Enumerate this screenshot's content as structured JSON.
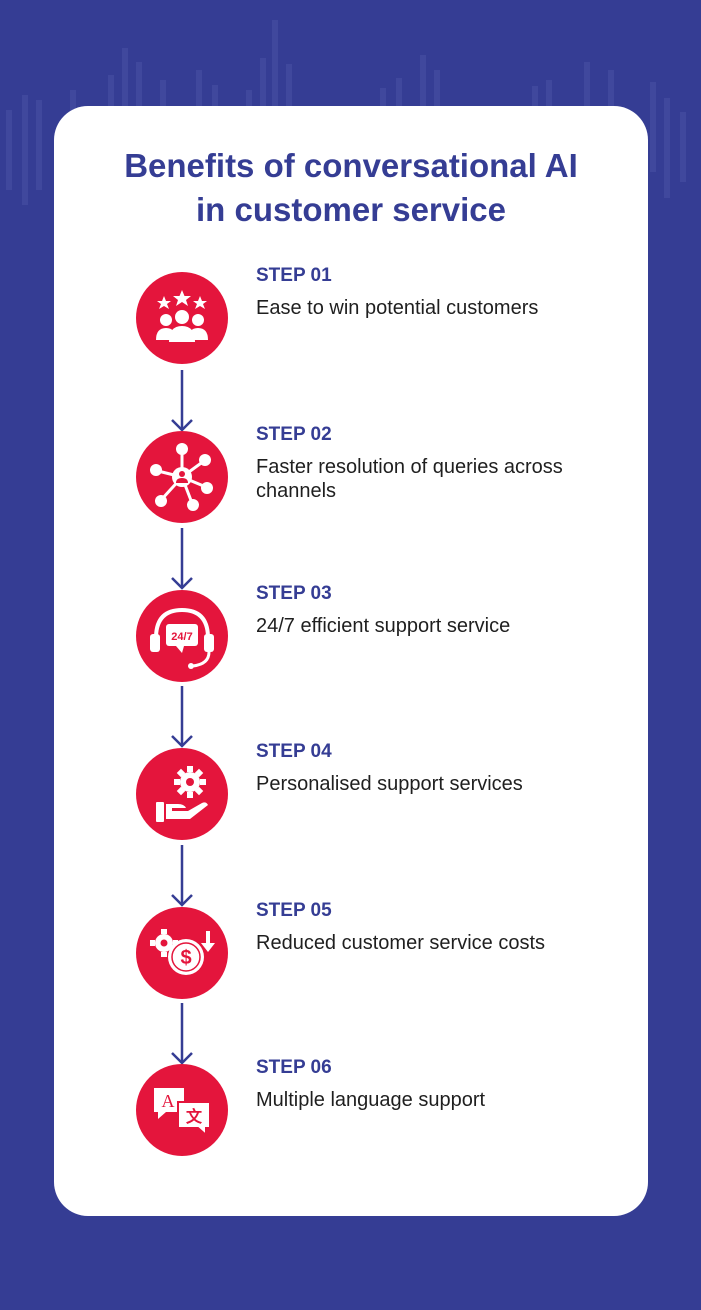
{
  "title": {
    "line1": "Benefits of conversational AI",
    "line2": "in customer service"
  },
  "colors": {
    "background": "#353d94",
    "accent": "#e4153c",
    "heading": "#353d94",
    "text": "#1f1f1f",
    "card": "#ffffff"
  },
  "steps": [
    {
      "label": "STEP 01",
      "text": "Ease to win potential customers",
      "icon": "customers-stars-icon"
    },
    {
      "label": "STEP 02",
      "text": "Faster resolution of queries across channels",
      "icon": "network-hub-icon"
    },
    {
      "label": "STEP 03",
      "text": "24/7 efficient support service",
      "icon": "headset-24-7-icon",
      "icon_text": "24/7"
    },
    {
      "label": "STEP 04",
      "text": "Personalised support services",
      "icon": "hand-gear-icon"
    },
    {
      "label": "STEP 05",
      "text": "Reduced customer service costs",
      "icon": "cost-reduction-icon",
      "icon_text": "$"
    },
    {
      "label": "STEP 06",
      "text": "Multiple language support",
      "icon": "translation-icon",
      "icon_text": [
        "A",
        "文"
      ]
    }
  ]
}
